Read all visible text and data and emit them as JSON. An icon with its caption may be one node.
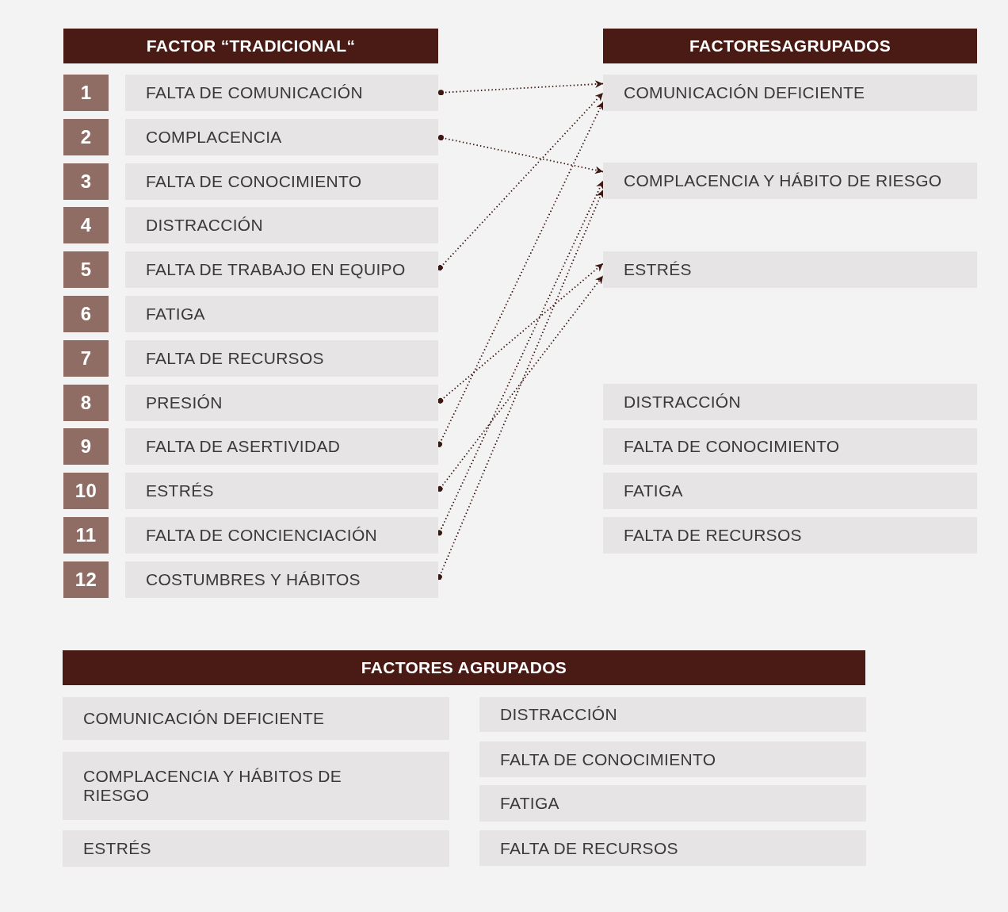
{
  "diagram": {
    "nodes": [
      {
        "text": [
          "FACTOR “TRADICIONAL“"
        ]
      },
      {
        "text": [
          "FACTORESAGRUPADOS"
        ]
      },
      {
        "text": [
          "1"
        ]
      },
      {
        "text": [
          "FALTA DE COMUNICACIÓN"
        ]
      },
      {
        "text": [
          "2"
        ]
      },
      {
        "text": [
          "COMPLACENCIA"
        ]
      },
      {
        "text": [
          "3"
        ]
      },
      {
        "text": [
          "FALTA DE CONOCIMIENTO"
        ]
      },
      {
        "text": [
          "4"
        ]
      },
      {
        "text": [
          "DISTRACCIÓN"
        ]
      },
      {
        "text": [
          "5"
        ]
      },
      {
        "text": [
          "FALTA DE TRABAJO EN EQUIPO"
        ]
      },
      {
        "text": [
          "6"
        ]
      },
      {
        "text": [
          "FATIGA"
        ]
      },
      {
        "text": [
          "7"
        ]
      },
      {
        "text": [
          "FALTA DE RECURSOS"
        ]
      },
      {
        "text": [
          "8"
        ]
      },
      {
        "text": [
          "PRESIÓN"
        ]
      },
      {
        "text": [
          "9"
        ]
      },
      {
        "text": [
          "FALTA DE ASERTIVIDAD"
        ]
      },
      {
        "text": [
          "10"
        ]
      },
      {
        "text": [
          "ESTRÉS"
        ]
      },
      {
        "text": [
          "11"
        ]
      },
      {
        "text": [
          "FALTA DE CONCIENCIACIÓN"
        ]
      },
      {
        "text": [
          "12"
        ]
      },
      {
        "text": [
          "COSTUMBRES Y HÁBITOS"
        ]
      },
      {
        "text": [
          "COMUNICACIÓN DEFICIENTE"
        ]
      },
      {
        "text": [
          "COMPLACENCIA Y HÁBITO DE RIESGO"
        ]
      },
      {
        "text": [
          "ESTRÉS"
        ]
      },
      {
        "text": [
          "DISTRACCIÓN"
        ]
      },
      {
        "text": [
          "FALTA DE CONOCIMIENTO"
        ]
      },
      {
        "text": [
          "FATIGA"
        ]
      },
      {
        "text": [
          "FALTA DE RECURSOS"
        ]
      },
      {
        "text": [
          "FACTORES AGRUPADOS"
        ]
      },
      {
        "text": [
          "COMUNICACIÓN DEFICIENTE"
        ]
      },
      {
        "text": [
          "DISTRACCIÓN"
        ]
      },
      {
        "text": [
          "COMPLACENCIA Y HÁBITOS DE RIESGO"
        ]
      },
      {
        "text": [
          "FALTA DE CONOCIMIENTO"
        ]
      },
      {
        "text": [
          "FATIGA"
        ]
      },
      {
        "text": [
          "ESTRÉS"
        ]
      },
      {
        "text": [
          "FALTA DE RECURSOS"
        ]
      }
    ],
    "edges": [
      {
        "from": 3,
        "to": 26,
        "arrow": "to"
      },
      {
        "from": 5,
        "to": 27,
        "arrow": "to"
      },
      {
        "from": 11,
        "to": 26,
        "arrow": "to"
      },
      {
        "from": 17,
        "to": 28,
        "arrow": "to"
      },
      {
        "from": 19,
        "to": 26,
        "arrow": "to"
      },
      {
        "from": 21,
        "to": 28,
        "arrow": "to"
      },
      {
        "from": 23,
        "to": 27,
        "arrow": "to"
      },
      {
        "from": 25,
        "to": 27,
        "arrow": "to"
      }
    ]
  }
}
